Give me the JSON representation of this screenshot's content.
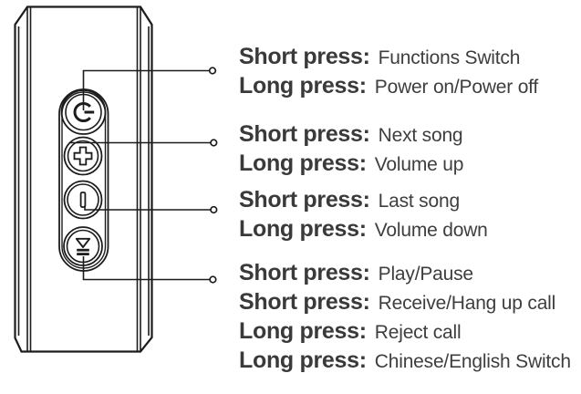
{
  "colors": {
    "line_art": "#1c1c1c",
    "text": "#3a3a3a",
    "background": "#ffffff"
  },
  "device": {
    "buttons": [
      {
        "name": "power-button",
        "icon": "power-icon"
      },
      {
        "name": "volume-up-button",
        "icon": "plus-icon"
      },
      {
        "name": "volume-down-button",
        "icon": "minus-icon"
      },
      {
        "name": "multifunction-button",
        "icon": "play-skip-icon"
      }
    ]
  },
  "instructions": [
    {
      "button": "power-button",
      "lines": [
        {
          "label": "Short press:",
          "action": "Functions Switch"
        },
        {
          "label": "Long press:",
          "action": "Power on/Power off"
        }
      ]
    },
    {
      "button": "volume-up-button",
      "lines": [
        {
          "label": "Short press:",
          "action": "Next song"
        },
        {
          "label": "Long press:",
          "action": "Volume up"
        }
      ]
    },
    {
      "button": "volume-down-button",
      "lines": [
        {
          "label": "Short press:",
          "action": "Last song"
        },
        {
          "label": "Long press:",
          "action": "Volume down"
        }
      ]
    },
    {
      "button": "multifunction-button",
      "lines": [
        {
          "label": "Short press:",
          "action": "Play/Pause"
        },
        {
          "label": "Short press:",
          "action": "Receive/Hang up call"
        },
        {
          "label": "Long press:",
          "action": "Reject call"
        },
        {
          "label": "Long press:",
          "action": "Chinese/English Switch"
        }
      ]
    }
  ]
}
